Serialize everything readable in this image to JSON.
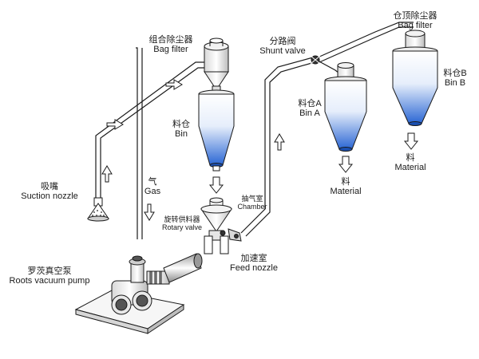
{
  "labels": {
    "bag_filter_main": {
      "zh": "组合除尘器",
      "en": "Bag filter"
    },
    "bin_main": {
      "zh": "料仓",
      "en": "Bin"
    },
    "suction_nozzle": {
      "zh": "吸嘴",
      "en": "Suction nozzle"
    },
    "gas": {
      "zh": "气",
      "en": "Gas"
    },
    "rotary_valve": {
      "zh": "旋转供料器",
      "en": "Rotary valve"
    },
    "chamber": {
      "zh": "抽气室",
      "en": "Chamber"
    },
    "roots_pump": {
      "zh": "罗茨真空泵",
      "en": "Roots vacuum pump"
    },
    "feed_nozzle": {
      "zh": "加速室",
      "en": "Feed nozzle"
    },
    "shunt_valve": {
      "zh": "分路阀",
      "en": "Shunt valve"
    },
    "bag_filter_top": {
      "zh": "仓顶除尘器",
      "en": "Bag filter"
    },
    "bin_a": {
      "zh": "料仓A",
      "en": "Bin A"
    },
    "bin_b": {
      "zh": "料仓B",
      "en": "Bin B"
    },
    "material_a": {
      "zh": "料",
      "en": "Material"
    },
    "material_b": {
      "zh": "料",
      "en": "Material"
    }
  },
  "colors": {
    "line": "#1a1a1a",
    "fill_light": "#f4f4f4",
    "bin_blue": "#2f6fd6",
    "bin_blue_light": "#dfe9f9"
  }
}
